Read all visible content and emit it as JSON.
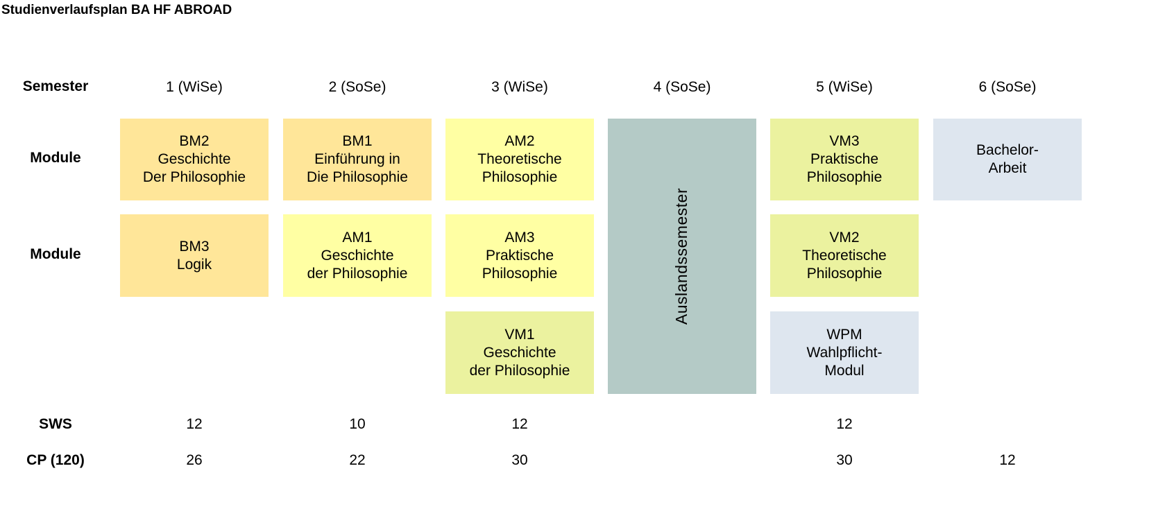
{
  "title": "Studienverlaufsplan BA HF ABROAD",
  "row_labels": {
    "semester": "Semester",
    "module1": "Module",
    "module2": "Module",
    "sws": "SWS",
    "cp": "CP (120)"
  },
  "semesters": [
    "1 (WiSe)",
    "2 (SoSe)",
    "3 (WiSe)",
    "4 (SoSe)",
    "5 (WiSe)",
    "6 (SoSe)"
  ],
  "modules": {
    "bm2": "BM2\nGeschichte\nDer Philosophie",
    "bm3": "BM3\nLogik",
    "bm1": "BM1\nEinführung in\nDie Philosophie",
    "am1": "AM1\nGeschichte\nder Philosophie",
    "am2": "AM2\nTheoretische\nPhilosophie",
    "am3": "AM3\nPraktische\nPhilosophie",
    "vm1": "VM1\nGeschichte\nder Philosophie",
    "abroad": "Auslandssemester",
    "vm3": "VM3\nPraktische\nPhilosophie",
    "vm2": "VM2\nTheoretische\nPhilosophie",
    "wpm": "WPM\nWahlpflicht-\nModul",
    "ba": "Bachelor-\nArbeit"
  },
  "sws": [
    "12",
    "10",
    "12",
    "",
    "12",
    ""
  ],
  "cp": [
    "26",
    "22",
    "30",
    "",
    "30",
    "12"
  ],
  "colors": {
    "basis": "#FFE699",
    "aufbau": "#FFFFA3",
    "vertiefung": "#EBF29F",
    "other": "#DEE6EF",
    "abroad": "#B4CAC6"
  }
}
